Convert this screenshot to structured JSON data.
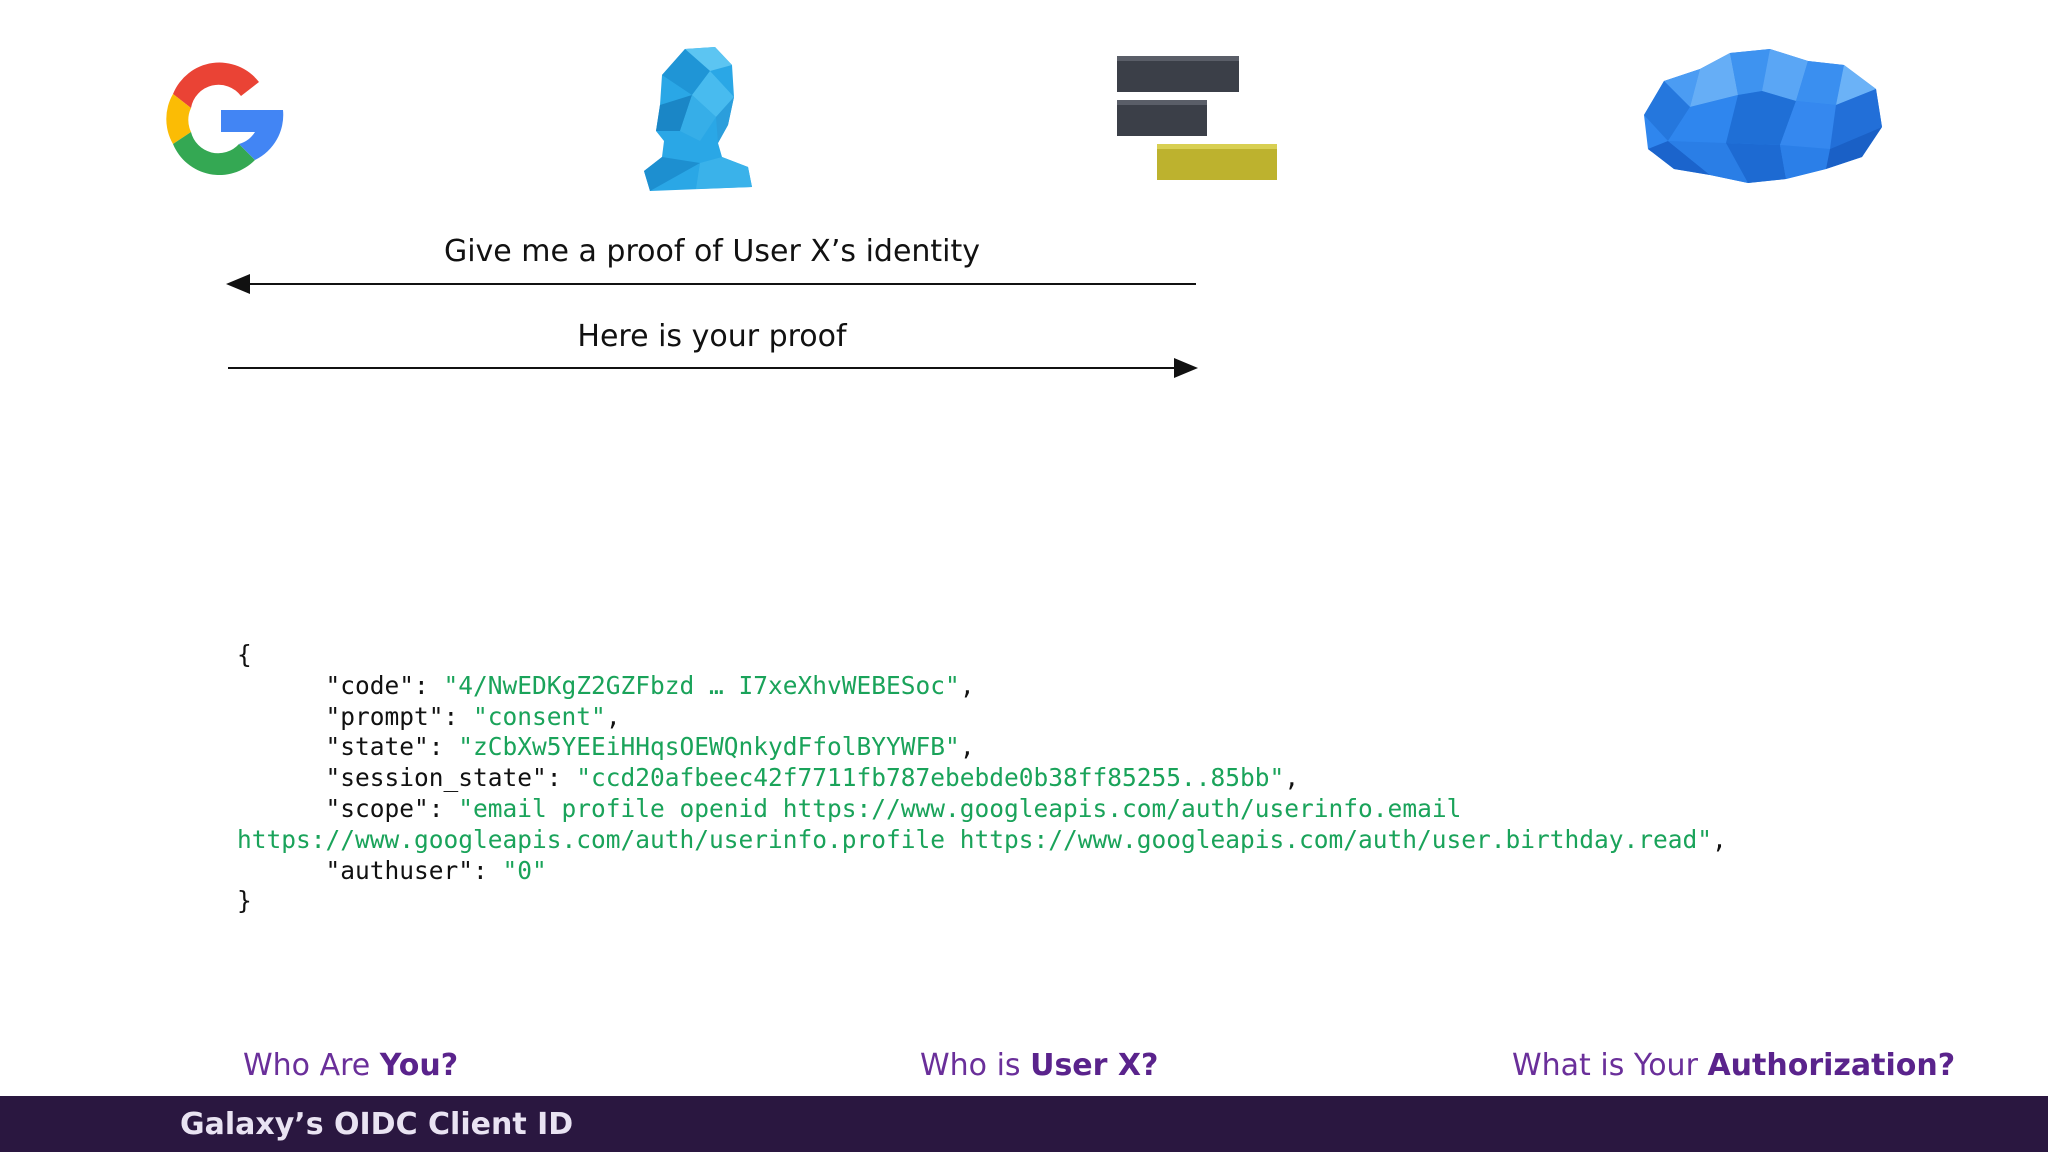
{
  "icons": {
    "left": "google-logo-icon",
    "center_left": "user-head-icon",
    "center_right": "galaxy-bars-icon",
    "right": "cloud-icon"
  },
  "arrows": {
    "request_label": "Give me a proof of User X’s identity",
    "response_label": "Here is your proof"
  },
  "code": {
    "open_brace": "{",
    "close_brace": "}",
    "lines": [
      {
        "key": "\"code\"",
        "sep": ": ",
        "value": "\"4/NwEDKgZ2GZFbzd … I7xeXhvWEBESoc\"",
        "end": ","
      },
      {
        "key": "\"prompt\"",
        "sep": ": ",
        "value": "\"consent\"",
        "end": ","
      },
      {
        "key": "\"state\"",
        "sep": ": ",
        "value": "\"zCbXw5YEEiHHqsOEWQnkydFfolBYYWFB\"",
        "end": ","
      },
      {
        "key": "\"session_state\"",
        "sep": ": ",
        "value": "\"ccd20afbeec42f7711fb787ebebde0b38ff85255..85bb\"",
        "end": ","
      }
    ],
    "scope_key": "\"scope\"",
    "scope_value_1": "\"email profile openid https://www.googleapis.com/auth/userinfo.email",
    "scope_value_2": "https://www.googleapis.com/auth/userinfo.profile https://www.googleapis.com/auth/user.birthday.read\"",
    "authuser_key": "\"authuser\"",
    "authuser_value": "\"0\""
  },
  "questions": {
    "q1_prefix": "Who Are ",
    "q1_bold": "You?",
    "q2_prefix": "Who is ",
    "q2_bold": "User X?",
    "q3_prefix": "What is Your ",
    "q3_bold": "Authorization?"
  },
  "footer": {
    "title": "Galaxy’s OIDC Client ID"
  },
  "colors": {
    "accent_purple": "#6a2f9a",
    "footer_bg": "#2a1740",
    "string_green": "#1aa35a",
    "google_red": "#ea4335",
    "google_yellow": "#fbbc05",
    "google_green": "#34a853",
    "google_blue": "#4285f4",
    "head_blue": "#2aa7e6",
    "cloud_blue": "#2f86ee",
    "bar_dark": "#3b3f48",
    "bar_yellow": "#bdb22e"
  }
}
